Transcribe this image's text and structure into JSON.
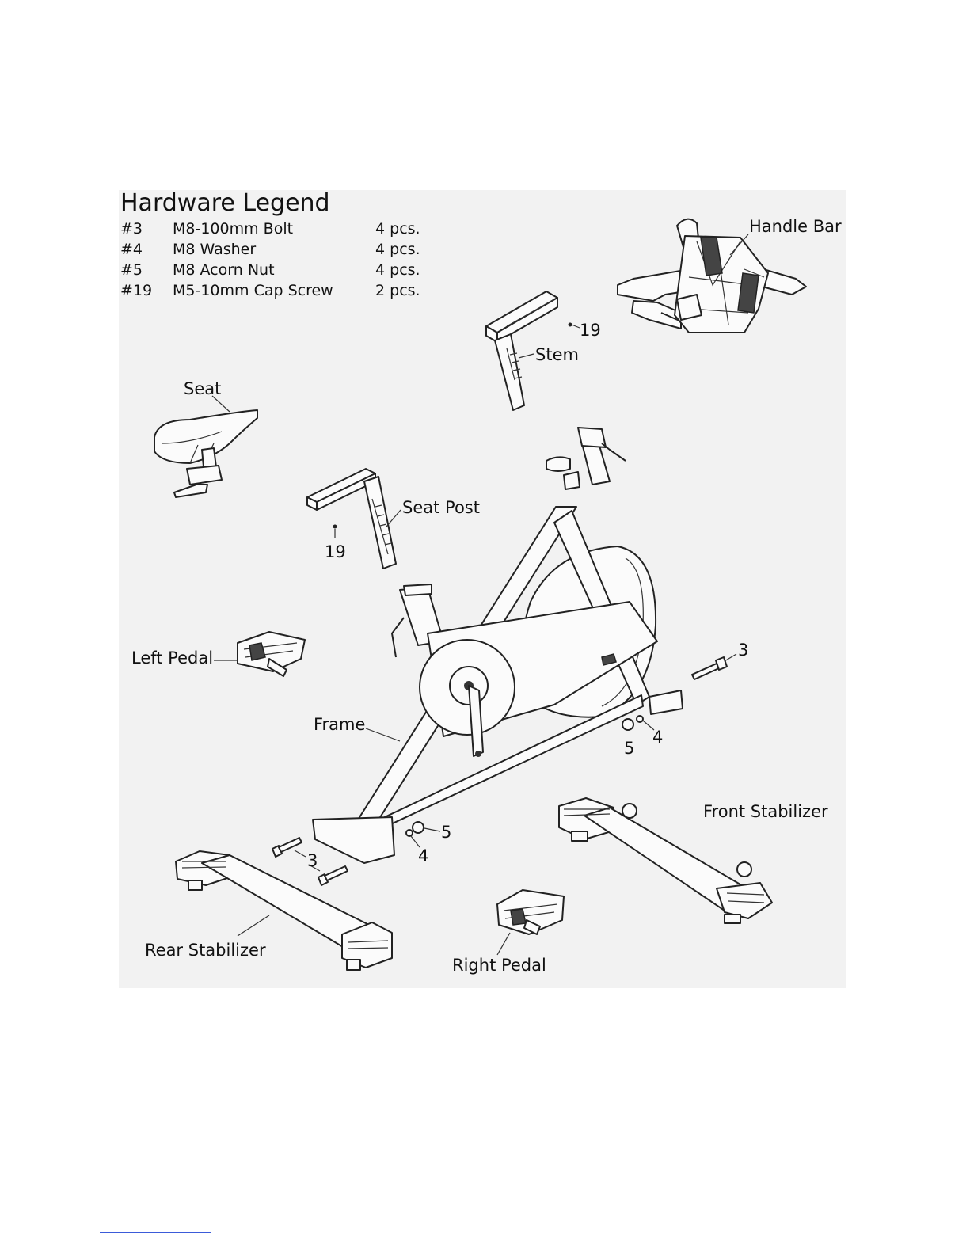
{
  "legend": {
    "title": "Hardware Legend",
    "items": [
      {
        "num": "#3",
        "desc": "M8-100mm Bolt",
        "qty": "4 pcs."
      },
      {
        "num": "#4",
        "desc": "M8 Washer",
        "qty": "4 pcs."
      },
      {
        "num": "#5",
        "desc": "M8 Acorn Nut",
        "qty": "4 pcs."
      },
      {
        "num": "#19",
        "desc": "M5-10mm Cap Screw",
        "qty": "2 pcs."
      }
    ]
  },
  "labels": {
    "handle_bar": "Handle Bar",
    "stem": "Stem",
    "stem_screw": "19",
    "seat": "Seat",
    "seat_post": "Seat Post",
    "seat_post_screw": "19",
    "left_pedal": "Left Pedal",
    "frame": "Frame",
    "front_bolt": "3",
    "front_washer": "4",
    "front_nut": "5",
    "front_stabilizer": "Front Stabilizer",
    "rear_nut": "5",
    "rear_washer": "4",
    "rear_bolt": "3",
    "rear_stabilizer": "Rear Stabilizer",
    "right_pedal": "Right Pedal"
  }
}
